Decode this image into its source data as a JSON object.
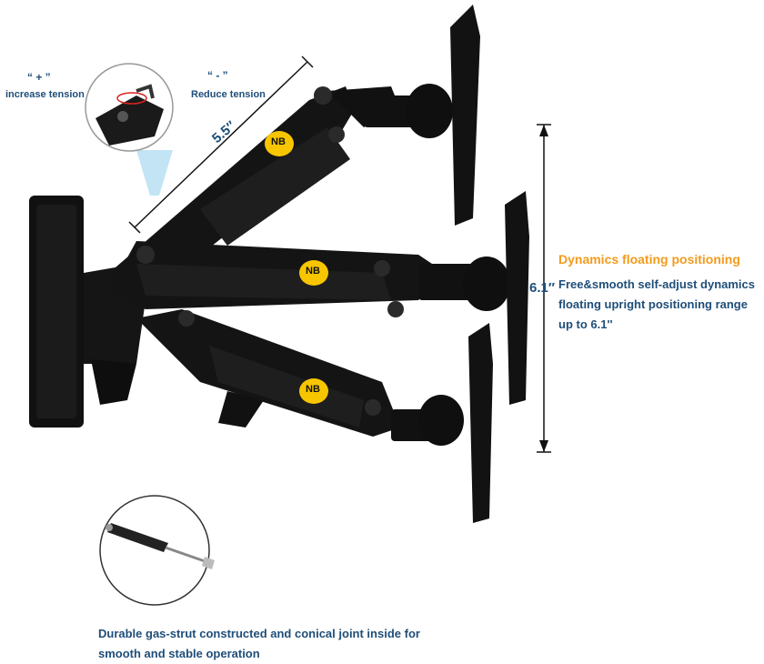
{
  "tension": {
    "plus_symbol": "“ + ”",
    "plus_caption": "increase tension",
    "minus_symbol": "“ - ”",
    "minus_caption": "Reduce tension"
  },
  "dimensions": {
    "arm_length": "5.5″",
    "height_range": "6.1″"
  },
  "feature": {
    "title": "Dynamics floating positioning",
    "description": "Free&smooth self-adjust dynamics floating upright positioning range up to 6.1''"
  },
  "strut": {
    "caption": "Durable gas-strut constructed and  conical joint inside for smooth and stable operation"
  },
  "brand": {
    "badge_text": "NB",
    "badge_color": "#f7c600"
  },
  "colors": {
    "accent_orange": "#f29b1d",
    "text_blue": "#1f4e79",
    "arm_black": "#111111"
  }
}
